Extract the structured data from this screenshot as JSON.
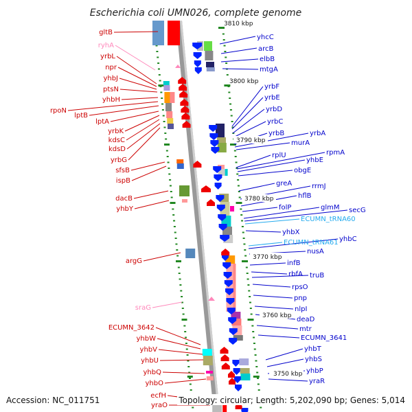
{
  "title": "Escherichia coli UMN026, complete genome",
  "accession": "Accession: NC_011751",
  "summary": "Topology: circular; Length: 5,202,090 bp; Genes: 5,014",
  "colors": {
    "forward_label": "#cc0000",
    "reverse_label": "#0000cc",
    "rna_forward": "#ff88bb",
    "rna_reverse": "#22aaee",
    "backbone": "#999999",
    "tick": "#228822"
  },
  "kbp_labels": [
    "3810 kbp",
    "3800 kbp",
    "3790 kbp",
    "3780 kbp",
    "3770 kbp",
    "3760 kbp",
    "3750 kbp"
  ],
  "left_labels": [
    "gltB",
    "ryhA",
    "yrbL",
    "npr",
    "yhbJ",
    "ptsN",
    "yhbH",
    "rpoN",
    "lptB",
    "lptA",
    "yrbK",
    "kdsC",
    "kdsD",
    "yrbG",
    "sfsB",
    "ispB",
    "dacB",
    "yhbY",
    "argG",
    "sraG",
    "ECUMN_3642",
    "yhbW",
    "yhbV",
    "yhbU",
    "yhbQ",
    "yhbO",
    "ecfH",
    "yraO"
  ],
  "right_labels": [
    "yhcC",
    "arcB",
    "elbB",
    "mtgA",
    "yrbF",
    "yrbE",
    "yrbD",
    "yrbC",
    "yrbB",
    "yrbA",
    "murA",
    "rplU",
    "rpmA",
    "yhbE",
    "obgE",
    "greA",
    "rrmJ",
    "hflB",
    "folP",
    "glmM",
    "secG",
    "ECUMN_tRNA60",
    "yhbX",
    "ECUMN_tRNA61",
    "yhbC",
    "nusA",
    "infB",
    "rbfA",
    "truB",
    "rpsO",
    "pnp",
    "nlpI",
    "deaD",
    "mtr",
    "ECUMN_3641",
    "yhbT",
    "yhbS",
    "yhbP",
    "yraR"
  ]
}
